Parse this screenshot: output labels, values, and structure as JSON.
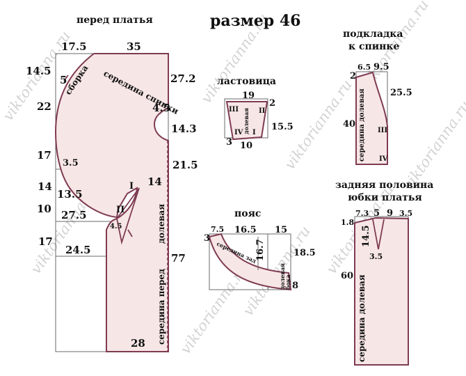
{
  "page": {
    "title": "размер 46",
    "watermark": "viktorianna.ru"
  },
  "front": {
    "title": "перед платья",
    "dims": {
      "top_left": "17.5",
      "top": "35",
      "left_top": "14.5",
      "sborka_num": "5",
      "right_top": "27.2",
      "armhole_small": "4.5",
      "left_22": "22",
      "right_14_3": "14.3",
      "left_17a": "17",
      "arc_3_5": "3.5",
      "right_21_5": "21.5",
      "left_14": "14",
      "mid_13_5": "13.5",
      "dart_14": "14",
      "left_10": "10",
      "mid_27_5": "27.5",
      "dart_4_5": "4.5",
      "left_17b": "17",
      "mid_24_5": "24.5",
      "right_77": "77",
      "bottom_28": "28"
    },
    "labels": {
      "sborka": "сборка",
      "back_center": "середина спинки",
      "grain": "долевая",
      "front_center": "середина   перед",
      "roman_1": "I",
      "roman_2": "II"
    }
  },
  "gusset": {
    "title": "ластовица",
    "dims": {
      "top": "19",
      "right_num": "2",
      "right": "15.5",
      "bottom": "10",
      "left_num": "3"
    },
    "labels": {
      "grain": "долевая",
      "r3": "III",
      "r2": "II",
      "r4": "IV",
      "r1": "I"
    }
  },
  "belt": {
    "title": "пояс",
    "dims": {
      "d7_5": "7.5",
      "d16_5": "16.5",
      "d15": "15",
      "d3": "3",
      "d16_7": "16.7",
      "d18_5": "18.5",
      "d8": "8"
    },
    "labels": {
      "center_back": "середина зад",
      "grain_left": "долевая",
      "grain_right": "бока"
    }
  },
  "lining": {
    "title_line1": "подкладка",
    "title_line2": "к спинке",
    "dims": {
      "d6_5": "6.5",
      "d9_5": "9.5",
      "d2": "2",
      "d25_5": "25.5",
      "d40": "40"
    },
    "labels": {
      "center_grain": "середина  долевая",
      "r3": "III",
      "r4": "IV"
    }
  },
  "skirt": {
    "title_line1": "задняя половина",
    "title_line2": "юбки платья",
    "dims": {
      "d1_8": "1.8",
      "d7_3": "7.3",
      "d5": "5",
      "d9": "9",
      "d3_5top": "3.5",
      "d14_5": "14.5",
      "d3_5": "3.5",
      "d60": "60"
    },
    "labels": {
      "center_grain": "середина   долевая"
    }
  },
  "colors": {
    "outline": "#7e3b52",
    "fill": "#f7e6e6",
    "watermark": "#c9c9c9"
  }
}
